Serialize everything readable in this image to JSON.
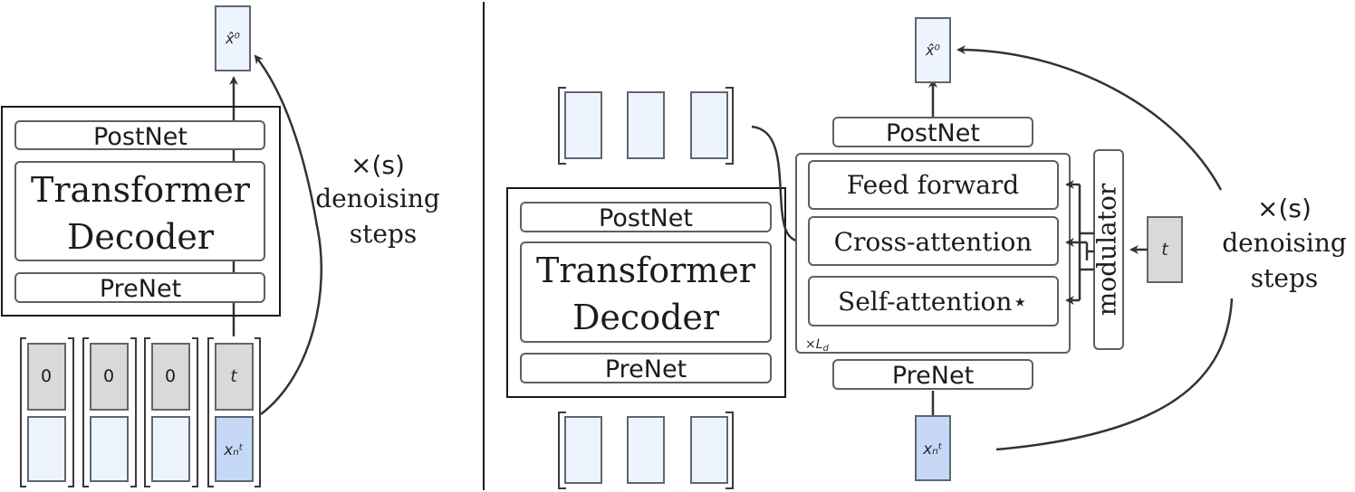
{
  "left": {
    "postnet": "PostNet",
    "decoder_line1": "Transformer",
    "decoder_line2": "Decoder",
    "prenet": "PreNet",
    "output_label": "x̂⁰",
    "steps_line1": "×(s)",
    "steps_line2": "denoising",
    "steps_line3": "steps",
    "input_tokens": [
      "0",
      "0",
      "0",
      "t"
    ],
    "noisy_label": "xₙᵗ"
  },
  "right": {
    "ctx_postnet": "PostNet",
    "ctx_decoder_line1": "Transformer",
    "ctx_decoder_line2": "Decoder",
    "ctx_prenet": "PreNet",
    "postnet": "PostNet",
    "feed_forward": "Feed forward",
    "cross_attention": "Cross-attention",
    "self_attention": "Self-attention⋆",
    "repeat_label": "×L",
    "repeat_sub": "d",
    "modulator": "modulator",
    "time_token": "t",
    "prenet": "PreNet",
    "output_label": "x̂⁰",
    "input_label": "xₙᵗ",
    "steps_line1": "×(s)",
    "steps_line2": "denoising",
    "steps_line3": "steps"
  }
}
